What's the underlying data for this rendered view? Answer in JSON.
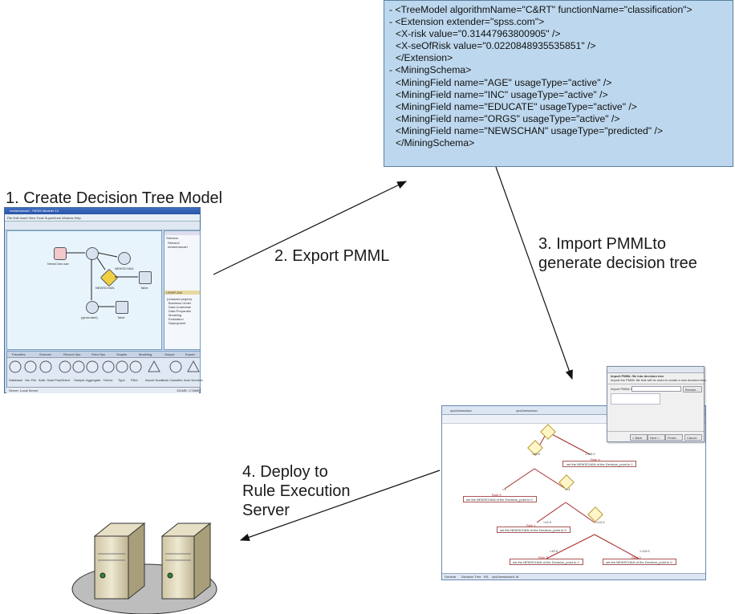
{
  "steps": {
    "create": "1. Create Decision Tree Model",
    "export": "2. Export PMML",
    "import_line1": "3. Import PMMLto",
    "import_line2": "generate decision tree",
    "deploy_line1": "4. Deploy  to",
    "deploy_line2": "Rule Execution",
    "deploy_line3": "Server"
  },
  "pmml_lines": [
    "- <TreeModel algorithmName=\"C&RT\" functionName=\"classification\">",
    "- <Extension extender=\"spss.com\">",
    "  <X-risk value=\"0.31447963800905\" />",
    "  <X-seOfRisk value=\"0.0220848935535851\" />",
    "  </Extension>",
    "- <MiningSchema>",
    "  <MiningField name=\"AGE\" usageType=\"active\" />",
    "  <MiningField name=\"INC\" usageType=\"active\" />",
    "  <MiningField name=\"EDUCATE\" usageType=\"active\" />",
    "  <MiningField name=\"ORGS\" usageType=\"active\" />",
    "  <MiningField name=\"NEWSCHAN\" usageType=\"predicted\" />",
    "  </MiningSchema>"
  ],
  "spss": {
    "title": "newschancart - PASW Modeler 13",
    "menu": "File  Edit  Insert  View  Tools  SuperNode  Window  Help",
    "nodes": {
      "source": "NewsChan.sav",
      "model": "NEWSCHAN",
      "nugget": "NEWSCHAN",
      "generated": "(generated)",
      "table1": "Table",
      "table2": "Table"
    },
    "right_panel": {
      "tabs": [
        "Streams",
        "Outputs"
      ],
      "items": [
        "Stream1",
        "newschancart"
      ],
      "crisp_tabs": [
        "CRISP-DM",
        "Classes"
      ],
      "crisp_items": [
        "(unsaved project)",
        "Business Under",
        "Data Understan",
        "Data Preparatio",
        "Modeling",
        "Evaluation",
        "Deployment"
      ]
    },
    "palette_tabs": [
      "Favorites",
      "Sources",
      "Record Ops",
      "Field Ops",
      "Graphs",
      "Modeling",
      "Output",
      "Export"
    ],
    "palette_items": [
      "Database",
      "Var. File",
      "Addr. Data Prep",
      "Select",
      "Sample",
      "Aggregate",
      "Derive",
      "Type",
      "Filter",
      "Import Node",
      "Auto Classifier",
      "Auto Numeric"
    ],
    "status": "Server: Local Server",
    "memory": "151MB / 278MB"
  },
  "rules": {
    "tabs": [
      "ops2newschan",
      "ops2newschan"
    ],
    "bottom_tabs": [
      "General",
      "Decision Tree",
      "IRL",
      "ops2newschan1.dt"
    ],
    "rule_labels": [
      "Rule 4",
      "Rule 5",
      "Rule 1",
      "Rule 2",
      "Rule 3"
    ],
    "rule_text": "set the NEWSCHAN of the Decision_point to 1",
    "rule_text0": "set the NEWSCHAN of the Decision_point to 0",
    "branches": [
      "<40.0",
      ">=40.0",
      "<1",
      ">=1",
      "<12.0",
      ">=12.0",
      "<10.0",
      ">=10.0"
    ]
  },
  "dialog": {
    "title": "Import PMML file into decision tree",
    "subtitle": "Import the PMML file that will be used to create a new decision tree.",
    "field_label": "Import PMML file:",
    "browse": "Browse...",
    "buttons": [
      "< Back",
      "Next >",
      "Finish",
      "Cancel"
    ]
  },
  "colors": {
    "xml_bg": "#bdd8ee",
    "rule_red": "#a52a2a",
    "arrow": "#111111"
  }
}
